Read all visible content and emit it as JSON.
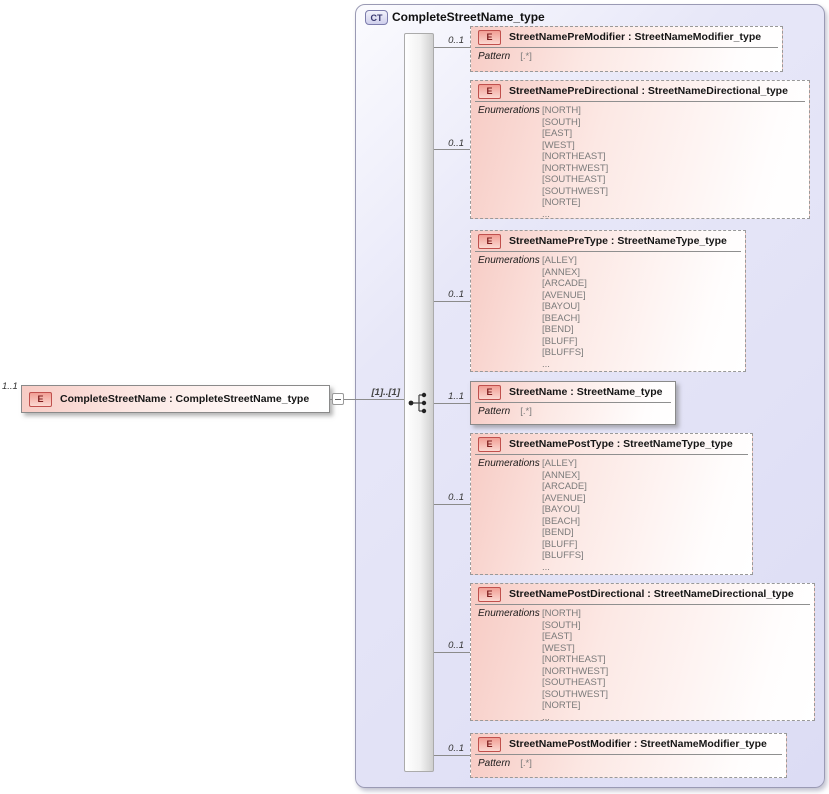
{
  "root_element": {
    "cardinality": "1..1",
    "badge": "E",
    "name": "CompleteStreetName : CompleteStreetName_type"
  },
  "connector": {
    "occurrence_label": "[1]..[1]",
    "compositor_icon": "sequence-compositor-icon",
    "collapse_icon": "collapse-toggle-icon"
  },
  "complex_type": {
    "badge": "CT",
    "title": "CompleteStreetName_type",
    "children": [
      {
        "cardinality": "0..1",
        "badge": "E",
        "name": "StreetNamePreModifier : StreetNameModifier_type",
        "facet_label": "Pattern",
        "facet_values": [
          "[.*]"
        ]
      },
      {
        "cardinality": "0..1",
        "badge": "E",
        "name": "StreetNamePreDirectional : StreetNameDirectional_type",
        "facet_label": "Enumerations",
        "facet_values": [
          "[NORTH]",
          "[SOUTH]",
          "[EAST]",
          "[WEST]",
          "[NORTHEAST]",
          "[NORTHWEST]",
          "[SOUTHEAST]",
          "[SOUTHWEST]",
          "[NORTE]",
          "..."
        ]
      },
      {
        "cardinality": "0..1",
        "badge": "E",
        "name": "StreetNamePreType : StreetNameType_type",
        "facet_label": "Enumerations",
        "facet_values": [
          "[ALLEY]",
          "[ANNEX]",
          "[ARCADE]",
          "[AVENUE]",
          "[BAYOU]",
          "[BEACH]",
          "[BEND]",
          "[BLUFF]",
          "[BLUFFS]",
          "..."
        ]
      },
      {
        "cardinality": "1..1",
        "badge": "E",
        "name": "StreetName : StreetName_type",
        "facet_label": "Pattern",
        "facet_values": [
          "[.*]"
        ]
      },
      {
        "cardinality": "0..1",
        "badge": "E",
        "name": "StreetNamePostType : StreetNameType_type",
        "facet_label": "Enumerations",
        "facet_values": [
          "[ALLEY]",
          "[ANNEX]",
          "[ARCADE]",
          "[AVENUE]",
          "[BAYOU]",
          "[BEACH]",
          "[BEND]",
          "[BLUFF]",
          "[BLUFFS]",
          "..."
        ]
      },
      {
        "cardinality": "0..1",
        "badge": "E",
        "name": "StreetNamePostDirectional : StreetNameDirectional_type",
        "facet_label": "Enumerations",
        "facet_values": [
          "[NORTH]",
          "[SOUTH]",
          "[EAST]",
          "[WEST]",
          "[NORTHEAST]",
          "[NORTHWEST]",
          "[SOUTHEAST]",
          "[SOUTHWEST]",
          "[NORTE]",
          "..."
        ]
      },
      {
        "cardinality": "0..1",
        "badge": "E",
        "name": "StreetNamePostModifier : StreetNameModifier_type",
        "facet_label": "Pattern",
        "facet_values": [
          "[.*]"
        ]
      }
    ]
  },
  "colors": {
    "container_fill": "#e2e2f6",
    "element_fill": "#f7cbc4",
    "element_border": "#999999",
    "badge_border": "#c0504d",
    "badge_text": "#7d1d1d",
    "line": "#8b8b8b"
  }
}
